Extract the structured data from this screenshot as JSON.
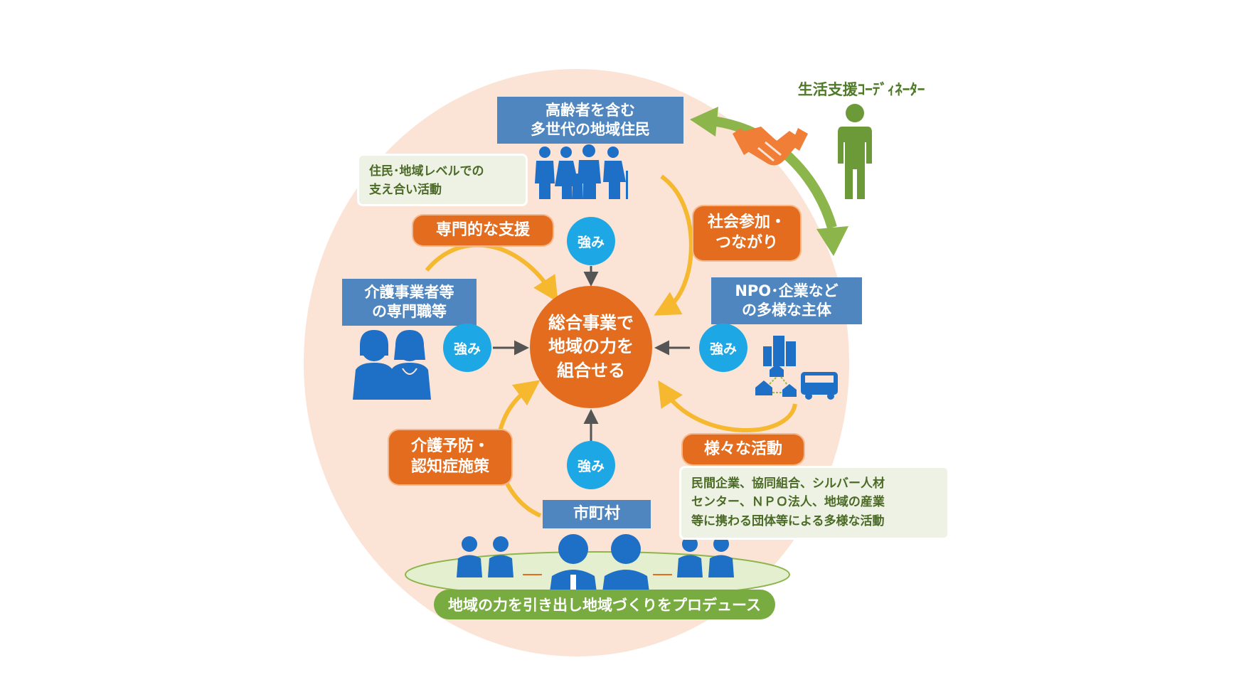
{
  "residents": {
    "title_line1": "高齢者を含む",
    "title_line2": "多世代の地域住民"
  },
  "residents_note": {
    "line1": "住民･地域レベルでの",
    "line2": "支え合い活動"
  },
  "specialists": {
    "title_line1": "介護事業者等",
    "title_line2": "の専門職等"
  },
  "npo": {
    "title_line1": "NPO･企業など",
    "title_line2": "の多様な主体"
  },
  "municipality": {
    "title": "市町村"
  },
  "center": {
    "line1": "総合事業で",
    "line2": "地域の力を",
    "line3": "組合せる"
  },
  "labels": {
    "specialist_support": "専門的な支援",
    "social_line1": "社会参加・",
    "social_line2": "つながり",
    "prevention_line1": "介護予防・",
    "prevention_line2": "認知症施策",
    "various_activities": "様々な活動"
  },
  "strength": {
    "top": "強み",
    "left": "強み",
    "right": "強み",
    "bottom": "強み"
  },
  "activities_note": {
    "line1": "民間企業、協同組合、シルバー人材",
    "line2": "センター、ＮＰＯ法人、地域の産業",
    "line3": "等に携わる団体等による多様な活動"
  },
  "coordinator": {
    "label": "生活支援ｺｰﾃﾞｨﾈｰﾀｰ"
  },
  "footer": {
    "banner": "地域の力を引き出し地域づくりをプロデュース"
  },
  "icons": {
    "residents": "family-group-icon",
    "specialists": "care-workers-icon",
    "npo": "buildings-network-bus-icon",
    "municipality": "officials-icon",
    "coordinator": "person-icon",
    "handshake": "handshake-icon"
  },
  "colors": {
    "background_circle": "#fbe3d6",
    "blue_box": "#4f86c0",
    "orange": "#e36c1f",
    "strength_circle": "#1da8e5",
    "green": "#78ab40",
    "arrow_yellow": "#f5b82e",
    "icon_blue": "#1e6fc6"
  }
}
